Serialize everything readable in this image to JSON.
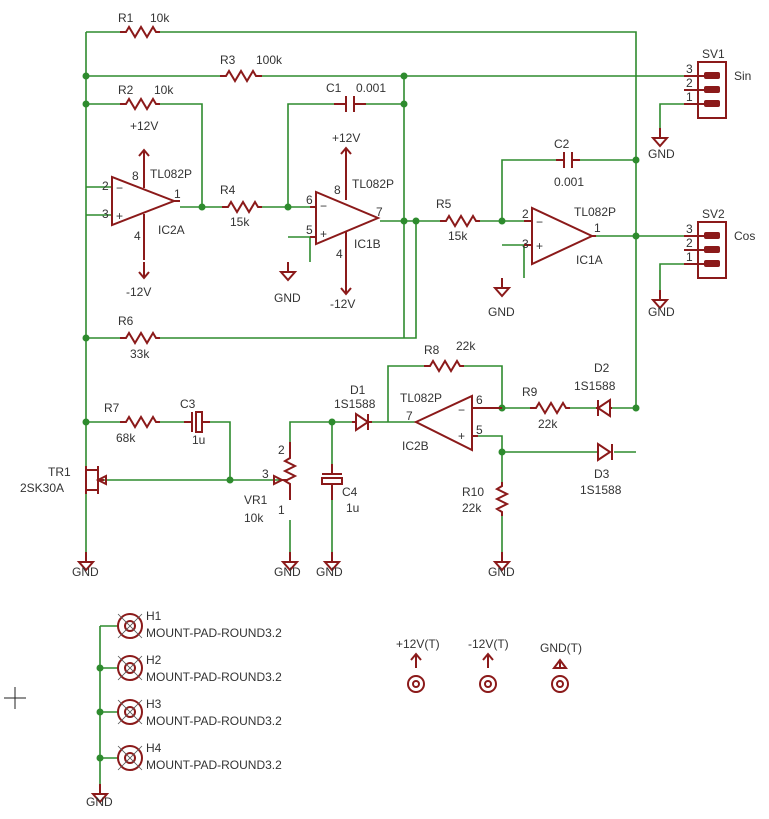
{
  "colors": {
    "wire": "#2e8b2e",
    "component": "#8b1a1a",
    "text": "#333333",
    "background": "#ffffff"
  },
  "resistors": {
    "r1": {
      "name": "R1",
      "value": "10k"
    },
    "r2": {
      "name": "R2",
      "value": "10k"
    },
    "r3": {
      "name": "R3",
      "value": "100k"
    },
    "r4": {
      "name": "R4",
      "value": "15k"
    },
    "r5": {
      "name": "R5",
      "value": "15k"
    },
    "r6": {
      "name": "R6",
      "value": "33k"
    },
    "r7": {
      "name": "R7",
      "value": "68k"
    },
    "r8": {
      "name": "R8",
      "value": "22k"
    },
    "r9": {
      "name": "R9",
      "value": "22k"
    },
    "r10": {
      "name": "R10",
      "value": "22k"
    }
  },
  "capacitors": {
    "c1": {
      "name": "C1",
      "value": "0.001"
    },
    "c2": {
      "name": "C2",
      "value": "0.001"
    },
    "c3": {
      "name": "C3",
      "value": "1u"
    },
    "c4": {
      "name": "C4",
      "value": "1u"
    }
  },
  "diodes": {
    "d1": {
      "name": "D1",
      "value": "1S1588"
    },
    "d2": {
      "name": "D2",
      "value": "1S1588"
    },
    "d3": {
      "name": "D3",
      "value": "1S1588"
    }
  },
  "opamps": {
    "ic2a": {
      "name": "IC2A",
      "part": "TL082P",
      "pin_out": "1",
      "pin_minus": "2",
      "pin_plus": "3",
      "pin_v": "8",
      "pin_g": "4"
    },
    "ic1b": {
      "name": "IC1B",
      "part": "TL082P",
      "pin_out": "7",
      "pin_minus": "6",
      "pin_plus": "5",
      "pin_v": "8",
      "pin_g": "4"
    },
    "ic1a": {
      "name": "IC1A",
      "part": "TL082P",
      "pin_out": "1",
      "pin_minus": "2",
      "pin_plus": "3"
    },
    "ic2b": {
      "name": "IC2B",
      "part": "TL082P",
      "pin_out": "7",
      "pin_minus": "6",
      "pin_plus": "5"
    }
  },
  "connectors": {
    "sv1": {
      "name": "SV1",
      "signal": "Sin",
      "pins": [
        "3",
        "2",
        "1"
      ]
    },
    "sv2": {
      "name": "SV2",
      "signal": "Cos",
      "pins": [
        "3",
        "2",
        "1"
      ]
    }
  },
  "transistor": {
    "name": "TR1",
    "part": "2SK30A"
  },
  "pot": {
    "name": "VR1",
    "value": "10k",
    "pin1": "1",
    "pin2": "2",
    "pin3": "3"
  },
  "mounts": [
    {
      "name": "H1",
      "part": "MOUNT-PAD-ROUND3.2"
    },
    {
      "name": "H2",
      "part": "MOUNT-PAD-ROUND3.2"
    },
    {
      "name": "H3",
      "part": "MOUNT-PAD-ROUND3.2"
    },
    {
      "name": "H4",
      "part": "MOUNT-PAD-ROUND3.2"
    }
  ],
  "power": {
    "pos": "+12V",
    "neg": "-12V",
    "gnd": "GND"
  },
  "terminals": {
    "pos": "+12V(T)",
    "neg": "-12V(T)",
    "gnd": "GND(T)"
  }
}
